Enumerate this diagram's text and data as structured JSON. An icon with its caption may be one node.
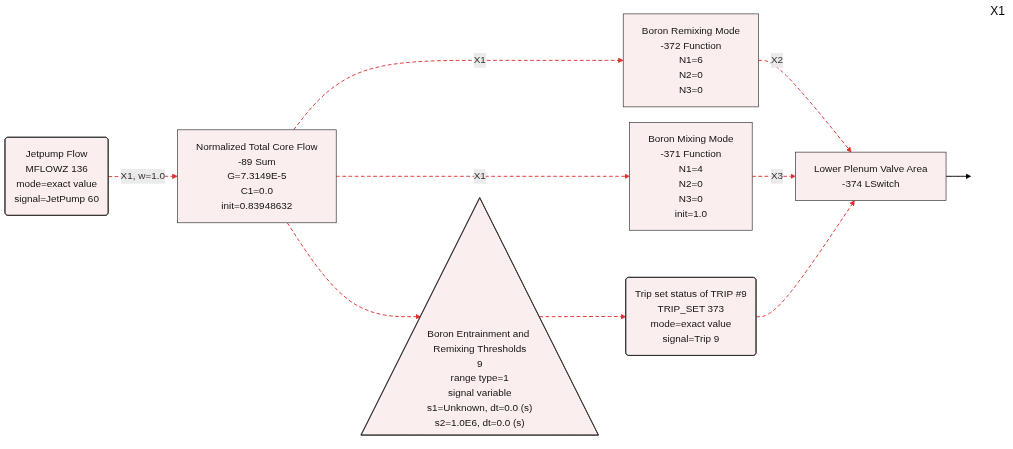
{
  "diagram": {
    "nodes": [
      {
        "text": [
          "Jetpump Flow",
          "MFLOWZ 136",
          "mode=exact value",
          "signal=JetPump 60"
        ]
      },
      {
        "text": [
          "Normalized Total Core Flow",
          "-89 Sum",
          "G=7.3149E-5",
          "C1=0.0",
          "init=0.83948632"
        ]
      },
      {
        "text": [
          "Boron Remixing Mode",
          "-372 Function",
          "N1=6",
          "N2=0",
          "N3=0"
        ]
      },
      {
        "text": [
          "Boron Mixing Mode",
          "-371 Function",
          "N1=4",
          "N2=0",
          "N3=0",
          "init=1.0"
        ]
      },
      {
        "text": [
          "Boron Entrainment and Remixing Thresholds",
          "9",
          "range type=1",
          "signal variable",
          "s1=Unknown, dt=0.0 (s)",
          "s2=1.0E6, dt=0.0 (s)"
        ]
      },
      {
        "text": [
          "Trip set status of TRIP #9",
          "TRIP_SET 373",
          "mode=exact value",
          "signal=Trip 9"
        ]
      },
      {
        "text": [
          "Lower Plenum Valve Area",
          "-374 LSwitch"
        ]
      }
    ],
    "edges": [
      {
        "from": 0,
        "to": 1,
        "arrow": "to",
        "label": "X1, w=1.0",
        "style": "dashed",
        "color": "#e03030"
      },
      {
        "from": 1,
        "to": 2,
        "arrow": "to",
        "label": "X1",
        "style": "dashed",
        "color": "#e03030"
      },
      {
        "from": 1,
        "to": 3,
        "arrow": "to",
        "label": "X1",
        "style": "dashed",
        "color": "#e03030"
      },
      {
        "from": 1,
        "to": 4,
        "arrow": "to",
        "style": "dashed",
        "color": "#e03030"
      },
      {
        "from": 4,
        "to": 5,
        "arrow": "to",
        "style": "dashed",
        "color": "#e03030"
      },
      {
        "from": 2,
        "to": 6,
        "arrow": "to",
        "label": "X2",
        "style": "dashed",
        "color": "#e03030"
      },
      {
        "from": 3,
        "to": 6,
        "arrow": "to",
        "label": "X3",
        "style": "dashed",
        "color": "#e03030"
      },
      {
        "from": 5,
        "to": 6,
        "arrow": "to",
        "style": "dashed",
        "color": "#e03030"
      },
      {
        "from": 6,
        "to": null,
        "arrow": "to",
        "color": "#000000"
      }
    ],
    "labels": [
      "X1"
    ]
  }
}
